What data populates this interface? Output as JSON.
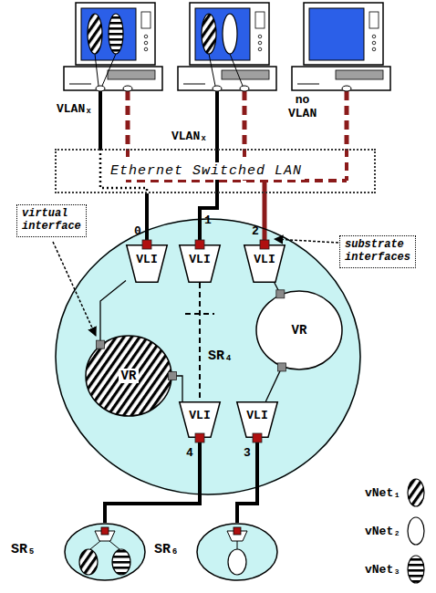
{
  "diagram": {
    "nodes": [
      {
        "text": [
          "Ethernet Switched LAN"
        ]
      },
      {
        "text": [
          "virtual interface"
        ]
      },
      {
        "text": [
          "substrate interfaces"
        ]
      },
      {
        "text": [
          "SR₄"
        ]
      },
      {
        "text": [
          "VLI"
        ],
        "in": 3
      },
      {
        "text": [
          "VLI"
        ],
        "in": 3
      },
      {
        "text": [
          "VLI"
        ],
        "in": 3
      },
      {
        "text": [
          "VR"
        ],
        "in": 3
      },
      {
        "text": [
          "VR"
        ],
        "in": 3
      },
      {
        "text": [
          "VLI"
        ],
        "in": 3
      },
      {
        "text": [
          "VLI"
        ],
        "in": 3
      },
      {
        "text": [
          "SR₅"
        ]
      },
      {
        "text": [
          "SR₆"
        ]
      }
    ],
    "edges": [
      {
        "from": 0,
        "to": 4,
        "arrow": "none"
      },
      {
        "from": 0,
        "to": 5,
        "arrow": "none"
      },
      {
        "from": 0,
        "to": 6,
        "arrow": "none"
      },
      {
        "from": 4,
        "to": 7,
        "arrow": "none"
      },
      {
        "from": 6,
        "to": 8,
        "arrow": "none"
      },
      {
        "from": 7,
        "to": 9,
        "arrow": "none"
      },
      {
        "from": 8,
        "to": 10,
        "arrow": "none"
      },
      {
        "from": 5,
        "to": 9,
        "arrow": "none"
      },
      {
        "from": 9,
        "to": 11,
        "arrow": "none"
      },
      {
        "from": 10,
        "to": 12,
        "arrow": "none"
      }
    ],
    "labels": [
      "VLANₓ",
      "VLANₓ",
      "no VLAN",
      "0",
      "1",
      "2",
      "4",
      "3"
    ],
    "legend": [
      {
        "text": "vNet₁"
      },
      {
        "text": "vNet₂"
      },
      {
        "text": "vNet₃"
      }
    ]
  }
}
